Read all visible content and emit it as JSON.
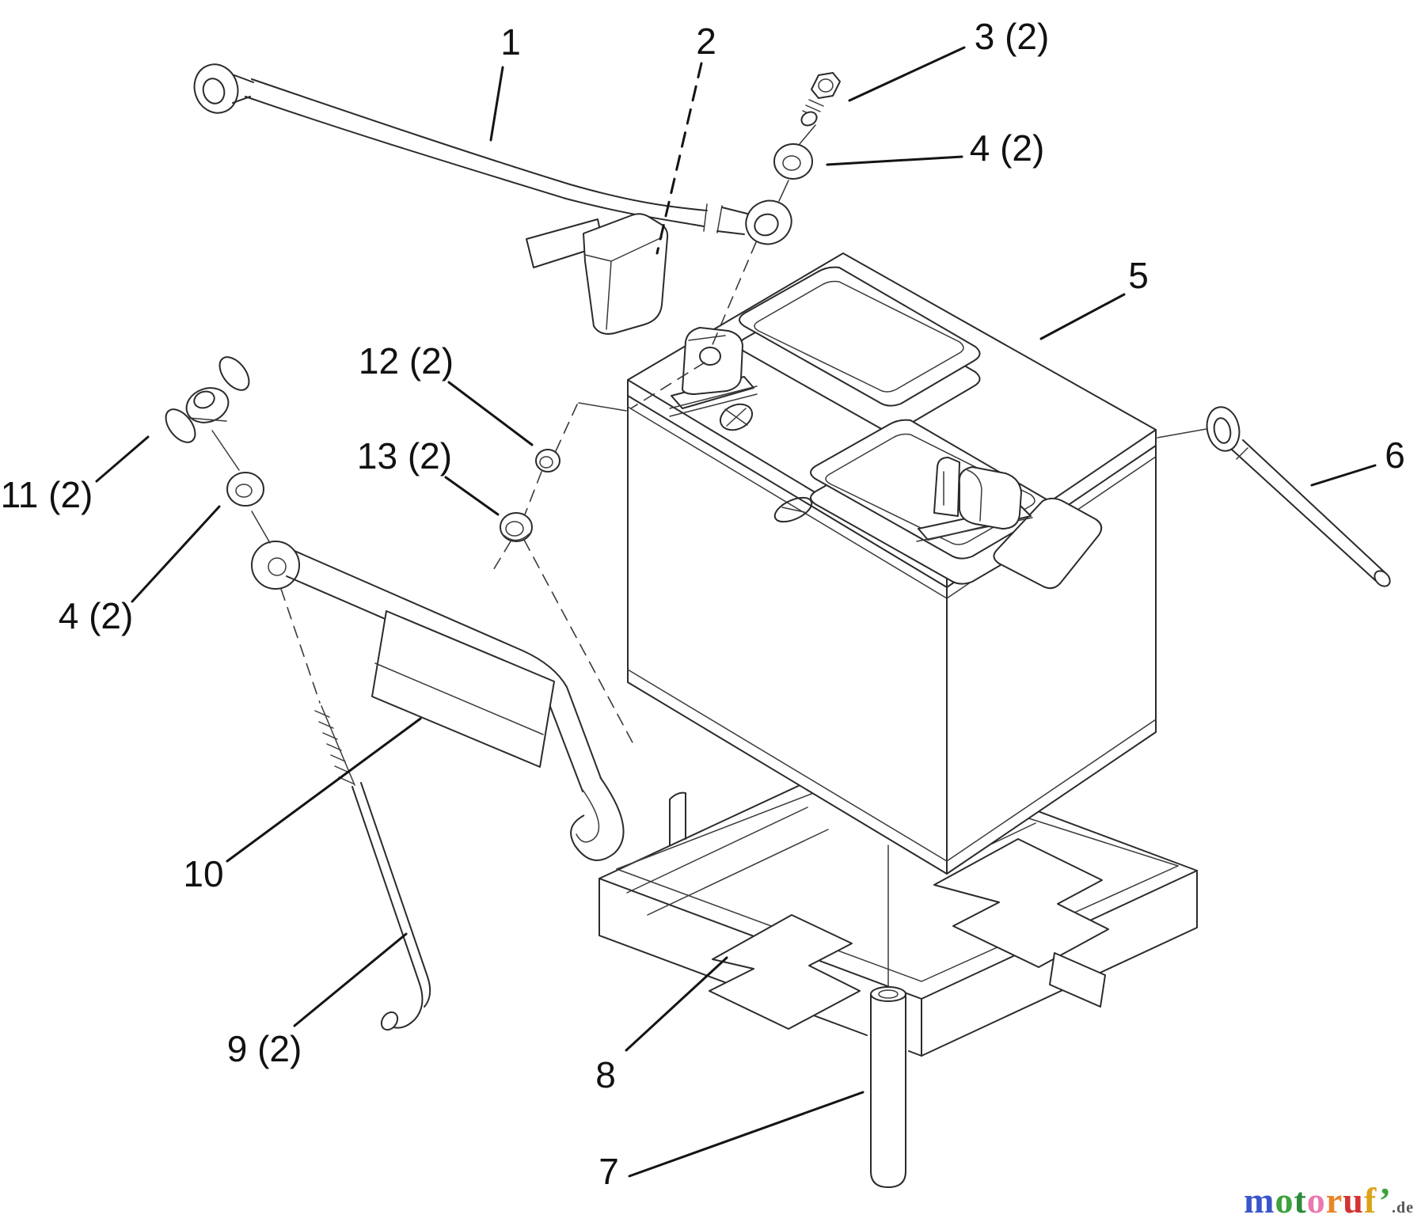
{
  "diagram": {
    "type": "exploded-parts-diagram",
    "background_color": "#ffffff",
    "line_color": "#2b2b2b",
    "leader_color": "#141414",
    "callouts": [
      {
        "label": "1"
      },
      {
        "label": "2"
      },
      {
        "label": "3 (2)"
      },
      {
        "label": "4 (2)"
      },
      {
        "label": "5"
      },
      {
        "label": "6"
      },
      {
        "label": "7"
      },
      {
        "label": "8"
      },
      {
        "label": "9 (2)"
      },
      {
        "label": "10"
      },
      {
        "label": "11 (2)"
      },
      {
        "label": "4 (2)"
      },
      {
        "label": "12 (2)"
      },
      {
        "label": "13 (2)"
      }
    ]
  },
  "watermark": {
    "letters": [
      {
        "ch": "m",
        "color": "#3a55cc"
      },
      {
        "ch": "o",
        "color": "#3da23d"
      },
      {
        "ch": "t",
        "color": "#2e8b3a"
      },
      {
        "ch": "o",
        "color": "#e87ab0"
      },
      {
        "ch": "r",
        "color": "#e8862a"
      },
      {
        "ch": "u",
        "color": "#d43333"
      },
      {
        "ch": "f",
        "color": "#dba318"
      },
      {
        "ch": "’",
        "color": "#3da23d"
      }
    ],
    "suffix": ".de"
  }
}
